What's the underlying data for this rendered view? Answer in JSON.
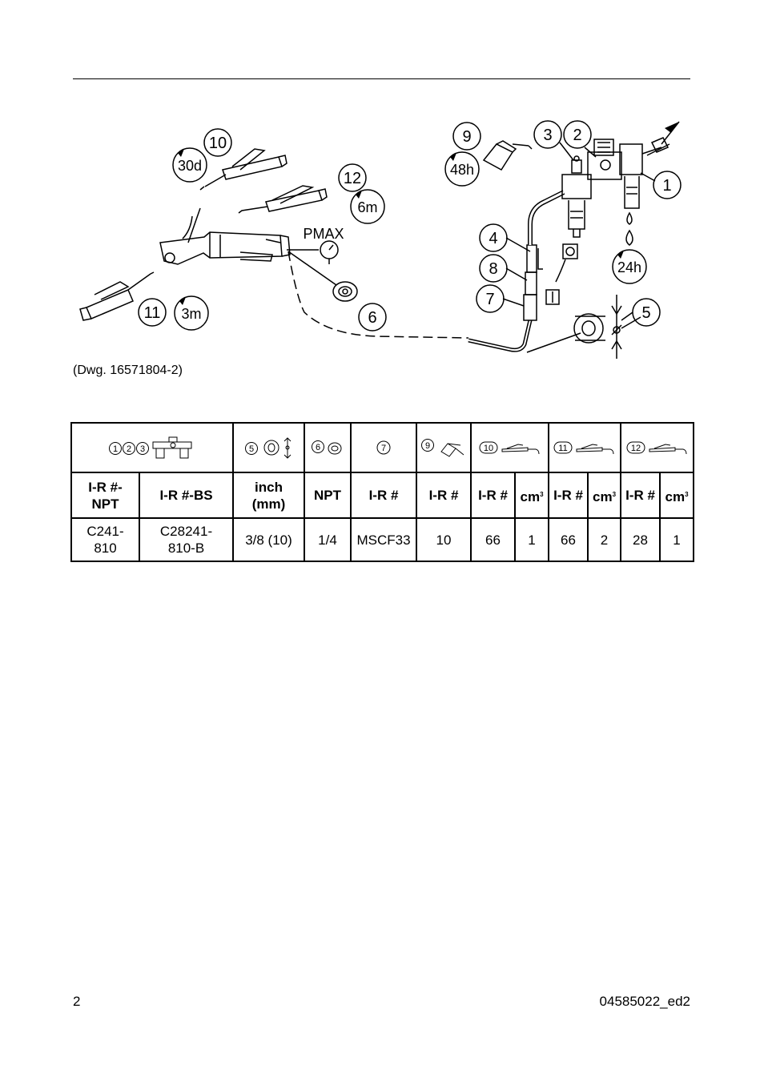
{
  "drawing": {
    "callouts": {
      "n1": "1",
      "n2": "2",
      "n3": "3",
      "n4": "4",
      "n5": "5",
      "n6": "6",
      "n7": "7",
      "n8": "8",
      "n9": "9",
      "n10": "10",
      "n11": "11",
      "n12": "12"
    },
    "intervals": {
      "i30d": "30d",
      "i6m": "6m",
      "i3m": "3m",
      "i48h": "48h",
      "i24h": "24h"
    },
    "pmax": "PMAX"
  },
  "caption": "(Dwg. 16571804-2)",
  "table": {
    "header_icons": {
      "c1": [
        "1",
        "2",
        "3"
      ],
      "c2": "5",
      "c3": "6",
      "c4": "7",
      "c5": "9",
      "c6": "10",
      "c7": "11",
      "c8": "12"
    },
    "columns": [
      "I-R #-\nNPT",
      "I-R #-BS",
      "inch\n(mm)",
      "NPT",
      "I-R #",
      "I-R #",
      "I-R #",
      "cm",
      "I-R #",
      "cm",
      "I-R #",
      "cm"
    ],
    "cm_sup": "3",
    "rows": [
      [
        "C241-\n810",
        "C28241-\n810-B",
        "3/8 (10)",
        "1/4",
        "MSCF33",
        "10",
        "66",
        "1",
        "66",
        "2",
        "28",
        "1"
      ]
    ]
  },
  "footer": {
    "page": "2",
    "doc": "04585022_ed2"
  }
}
